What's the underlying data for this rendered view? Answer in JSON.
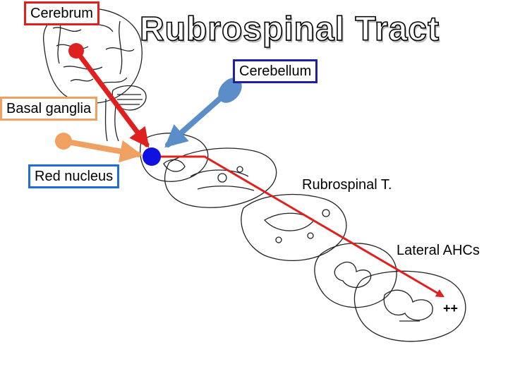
{
  "title": "Rubrospinal Tract",
  "labels": {
    "cerebrum": "Cerebrum",
    "cerebellum": "Cerebellum",
    "basal_ganglia": "Basal ganglia",
    "red_nucleus": "Red nucleus",
    "rubrospinal": "Rubrospinal T.",
    "lateral_ahcs": "Lateral AHCs",
    "plus_marks": "++"
  },
  "colors": {
    "cerebrum": "#e0201e",
    "cerebellum": "#1f1fa0",
    "basal_ganglia": "#f0a060",
    "red_nucleus": "#1f6fd6",
    "tract": "#e0201e",
    "cerebellar_input": "#5b8dc8",
    "basal_input": "#f0a060",
    "nucleus_dot": "#1010e0"
  },
  "icons": [
    "brain-sketch",
    "brainstem-spinal-cross-sections"
  ]
}
